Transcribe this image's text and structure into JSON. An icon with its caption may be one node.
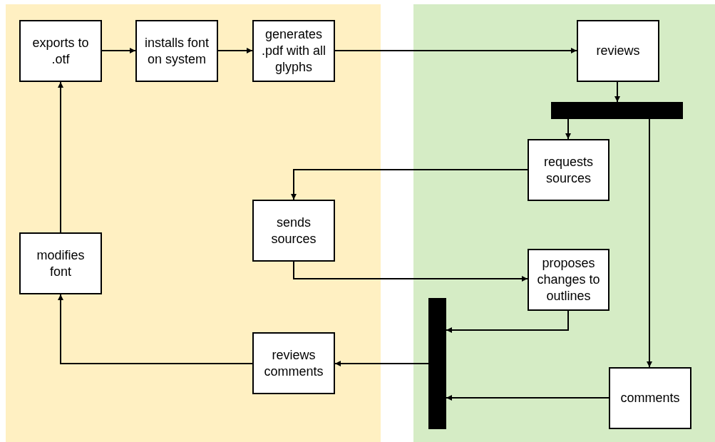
{
  "diagram": {
    "nodes": [
      {
        "text": [],
        "shape": "box"
      },
      {
        "text": [],
        "shape": "box"
      },
      {
        "text": [
          "exports to .otf"
        ],
        "in": 0
      },
      {
        "text": [
          "installs font on system"
        ],
        "in": 0
      },
      {
        "text": [
          "generates .pdf with all glyphs"
        ],
        "in": 0
      },
      {
        "text": [
          "reviews"
        ],
        "in": 1
      },
      {
        "text": [],
        "shape": "bar",
        "in": 1
      },
      {
        "text": [
          "requests sources"
        ],
        "in": 1
      },
      {
        "text": [
          "sends sources"
        ],
        "in": 0
      },
      {
        "text": [
          "modifies font"
        ],
        "in": 0
      },
      {
        "text": [
          "proposes changes to outlines"
        ],
        "in": 1
      },
      {
        "text": [],
        "shape": "bar",
        "in": 1
      },
      {
        "text": [
          "reviews comments"
        ],
        "in": 0
      },
      {
        "text": [
          "comments"
        ],
        "in": 1
      }
    ],
    "edges": [
      {
        "from": 2,
        "to": 3,
        "arrow": "to"
      },
      {
        "from": 3,
        "to": 4,
        "arrow": "to"
      },
      {
        "from": 4,
        "to": 5,
        "arrow": "to"
      },
      {
        "from": 5,
        "to": 6,
        "arrow": "to"
      },
      {
        "from": 6,
        "to": 7,
        "arrow": "to"
      },
      {
        "from": 6,
        "to": 13,
        "arrow": "to"
      },
      {
        "from": 7,
        "to": 8,
        "arrow": "to"
      },
      {
        "from": 8,
        "to": 10,
        "arrow": "to"
      },
      {
        "from": 10,
        "to": 11,
        "arrow": "to"
      },
      {
        "from": 13,
        "to": 11,
        "arrow": "to"
      },
      {
        "from": 11,
        "to": 12,
        "arrow": "to"
      },
      {
        "from": 12,
        "to": 9,
        "arrow": "to"
      },
      {
        "from": 9,
        "to": 2,
        "arrow": "to"
      }
    ]
  }
}
